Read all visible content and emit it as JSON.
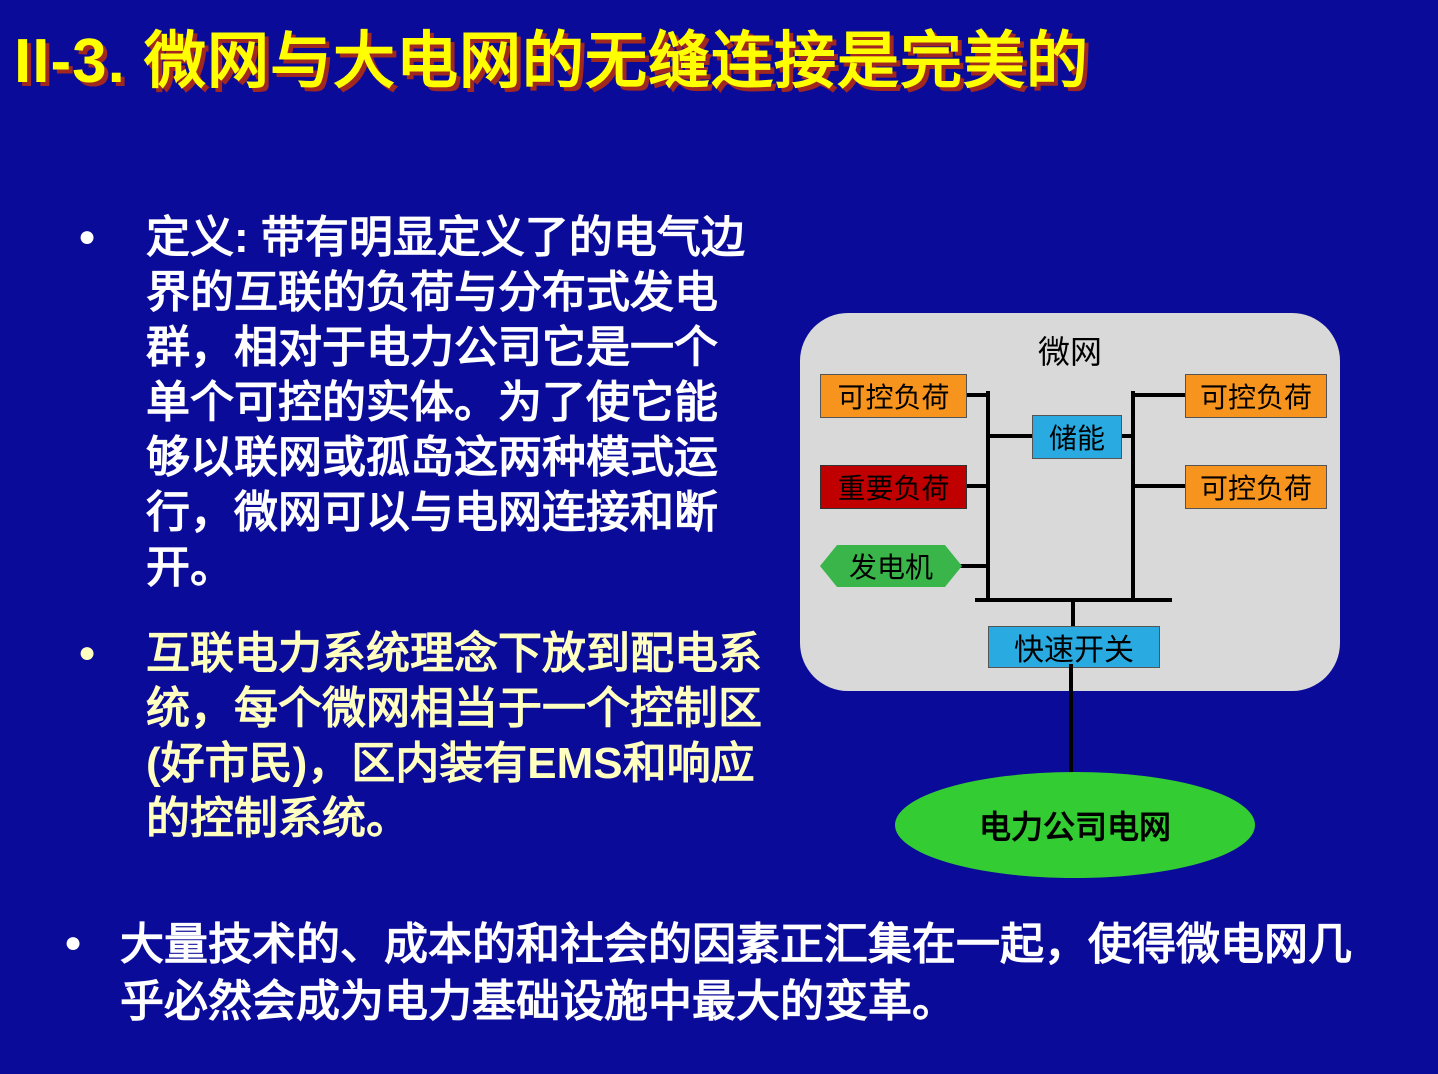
{
  "slide": {
    "title": "II-3. 微网与大电网的无缝连接是完美的",
    "bullets": [
      {
        "marker": "●",
        "text": "定义: 带有明显定义了的电气边界的互联的负荷与分布式发电群，相对于电力公司它是一个单个可控的实体。为了使它能够以联网或孤岛这两种模式运行，微网可以与电网连接和断开。"
      },
      {
        "marker": "●",
        "text": "互联电力系统理念下放到配电系统，每个微网相当于一个控制区(好市民)，区内装有EMS和响应的控制系统。"
      },
      {
        "marker": "●",
        "text": "大量技术的、成本的和社会的因素正汇集在一起，使得微电网几乎必然会成为电力基础设施中最大的变革。"
      }
    ],
    "colors": {
      "background": "#0b0b99",
      "title_text": "#ffff00",
      "title_shadow": "#a02820",
      "body_text": "#ffffff",
      "highlight_text": "#ffffc0"
    }
  },
  "diagram": {
    "title": "微网",
    "nodes": {
      "load_left_top": "可控负荷",
      "important_load": "重要负荷",
      "generator": "发电机",
      "storage": "储能",
      "load_right_top": "可控负荷",
      "load_right_bottom": "可控负荷",
      "fast_switch": "快速开关",
      "utility_grid": "电力公司电网"
    },
    "colors": {
      "controllable_load": "#f7941d",
      "important_load": "#c00000",
      "generator": "#39b54a",
      "storage_and_switch": "#29abe2",
      "panel_background": "#d9d9d9",
      "utility_ellipse": "#33cc33",
      "wire": "#000000"
    }
  }
}
